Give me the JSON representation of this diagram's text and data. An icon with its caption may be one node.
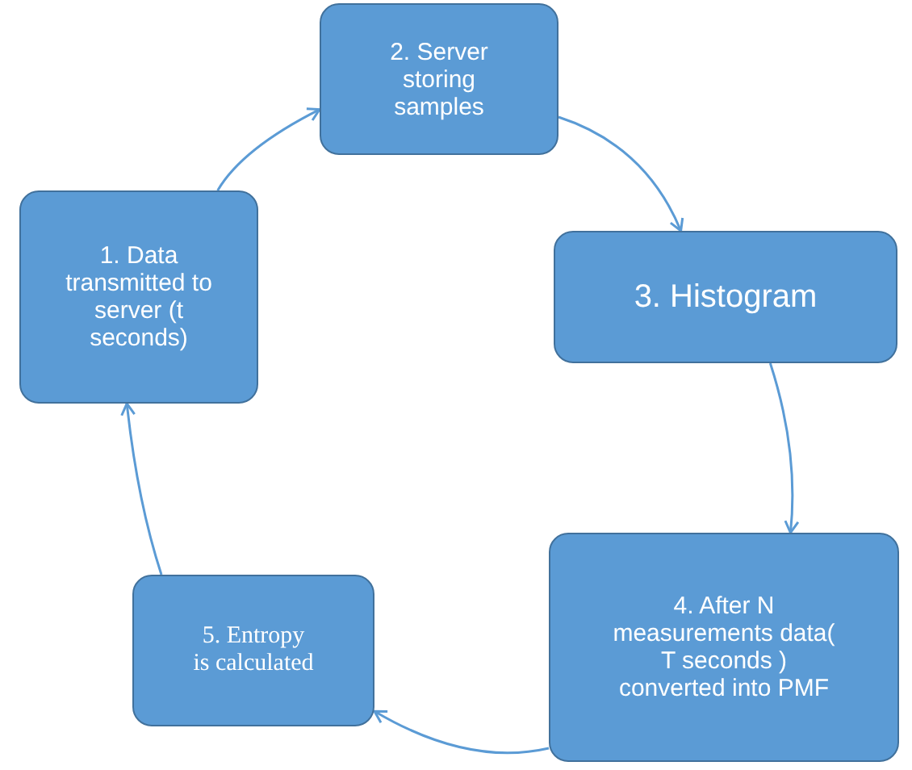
{
  "diagram": {
    "nodes": [
      {
        "text": [
          "1. Data transmitted to server (t seconds)"
        ]
      },
      {
        "text": [
          "2. Server storing samples"
        ]
      },
      {
        "text": [
          "3. Histogram"
        ]
      },
      {
        "text": [
          "4. After N measurements data( T seconds ) converted into PMF"
        ]
      },
      {
        "text": [
          "5. Entropy is calculated"
        ]
      }
    ],
    "edges": [
      {
        "from": 0,
        "to": 1,
        "arrow": "to"
      },
      {
        "from": 1,
        "to": 2,
        "arrow": "to"
      },
      {
        "from": 2,
        "to": 3,
        "arrow": "to"
      },
      {
        "from": 3,
        "to": 4,
        "arrow": "to"
      },
      {
        "from": 4,
        "to": 0,
        "arrow": "to"
      }
    ]
  }
}
